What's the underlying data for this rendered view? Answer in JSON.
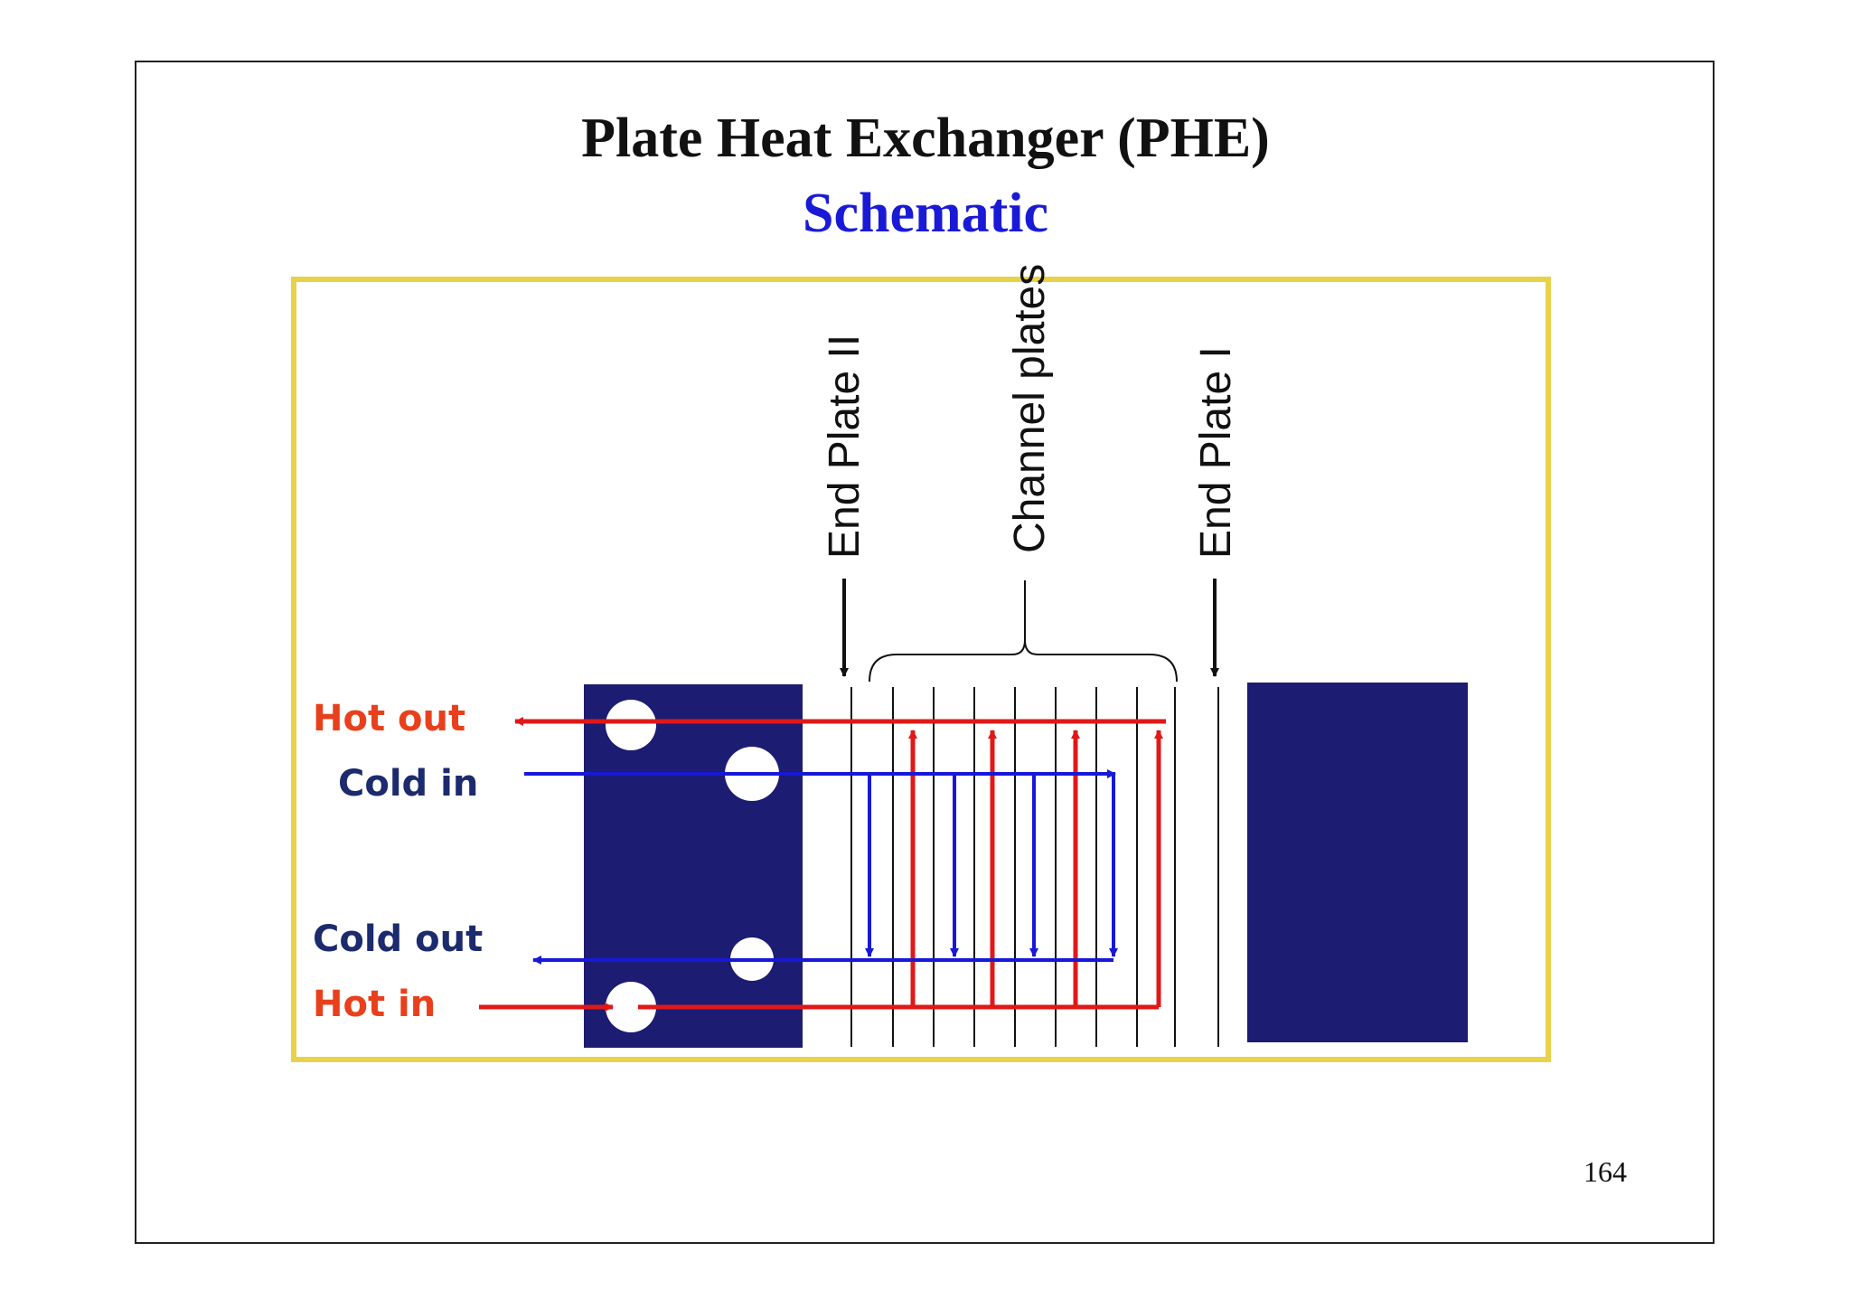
{
  "slide": {
    "title": "Plate Heat Exchanger (PHE)",
    "subtitle": "Schematic",
    "page_number": "164"
  },
  "diagram": {
    "labels": {
      "end_plate_2": "End Plate II",
      "channel_plates": "Channel plates",
      "end_plate_1": "End Plate I",
      "hot_out": "Hot out",
      "cold_in": "Cold in",
      "cold_out": "Cold out",
      "hot_in": "Hot in"
    },
    "colors": {
      "frame_border": "#e8d24a",
      "plate_block": "#1c1c72",
      "hot_stream": "#e01818",
      "cold_stream": "#1818d8",
      "hot_label": "#e8401c",
      "cold_label": "#1c2a6e",
      "title_accent": "#1a1ad6"
    }
  }
}
